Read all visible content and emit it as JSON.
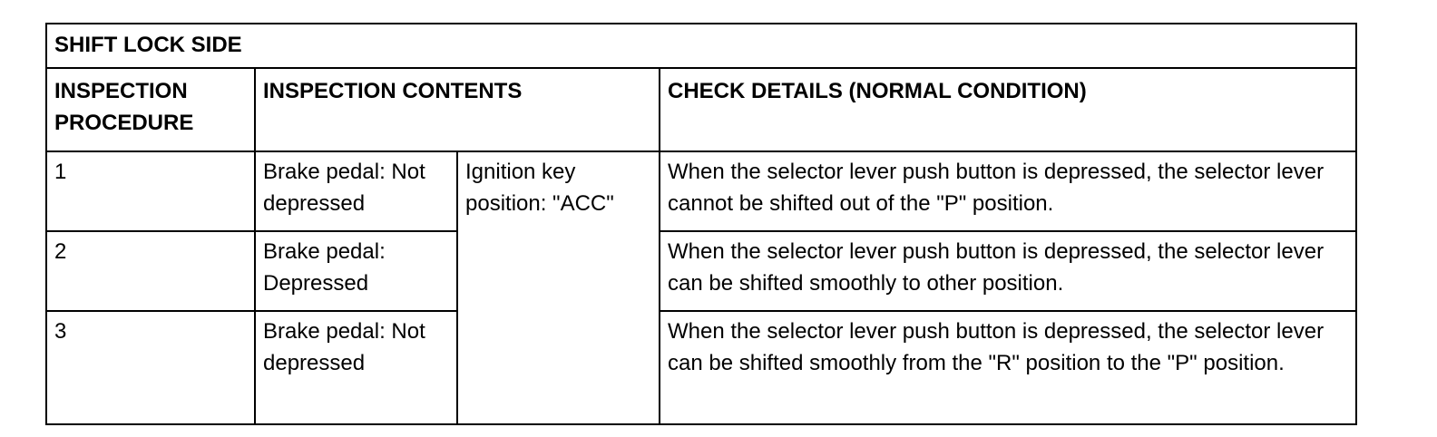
{
  "title": "SHIFT LOCK SIDE",
  "headers": {
    "procedure": "INSPECTION PROCEDURE",
    "contents": "INSPECTION CONTENTS",
    "check": "CHECK DETAILS (NORMAL CONDITION)"
  },
  "ignition": "Ignition key position: \"ACC\"",
  "rows": [
    {
      "procedure": "1",
      "brake": "Brake pedal: Not depressed",
      "check": "When the selector lever push button is depressed, the selector lever cannot be shifted out of the \"P\" position."
    },
    {
      "procedure": "2",
      "brake": "Brake pedal: Depressed",
      "check": "When the selector lever push button is depressed, the selector lever can be shifted smoothly to other position."
    },
    {
      "procedure": "3",
      "brake": "Brake pedal: Not depressed",
      "check": "When the selector lever push button is depressed, the selector lever can be shifted smoothly from the \"R\" position to the \"P\" position."
    }
  ]
}
